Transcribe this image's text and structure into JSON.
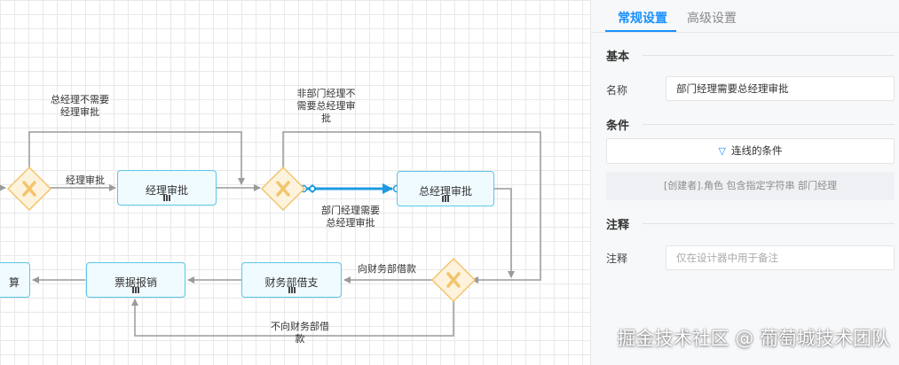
{
  "diagram": {
    "nodes": {
      "suan": "算",
      "manager_approval": "经理审批",
      "gm_approval": "总经理审批",
      "invoice": "票据报销",
      "finance_borrow": "财务部借支"
    },
    "edges": {
      "no_manager_line1": "总经理不需要",
      "no_manager_line2": "经理审批",
      "manager_approval_edge": "经理审批",
      "non_dept_line1": "非部门经理不",
      "non_dept_line2": "需要总经理审",
      "non_dept_line3": "批",
      "dept_needs_line1": "部门经理需要",
      "dept_needs_line2": "总经理审批",
      "to_finance": "向财务部借款",
      "not_finance_line1": "不向财务部借",
      "not_finance_line2": "款"
    }
  },
  "panel": {
    "tabs": [
      "常规设置",
      "高级设置"
    ],
    "sections": {
      "basic": "基本",
      "condition": "条件",
      "note": "注释"
    },
    "name_label": "名称",
    "name_value": "部门经理需要总经理审批",
    "condition_button": "连线的条件",
    "condition_result": "[创建者].角色 包含指定字符串 部门经理",
    "note_label": "注释",
    "note_placeholder": "仅在设计器中用于备注"
  },
  "watermark": "掘金技术社区 @ 葡萄城技术团队",
  "colors": {
    "accent": "#1890ff",
    "node_border": "#5cc6e6",
    "gateway_fill": "#fdf3dc",
    "gateway_x": "#f2c46d",
    "selected_edge": "#1e9be0"
  }
}
